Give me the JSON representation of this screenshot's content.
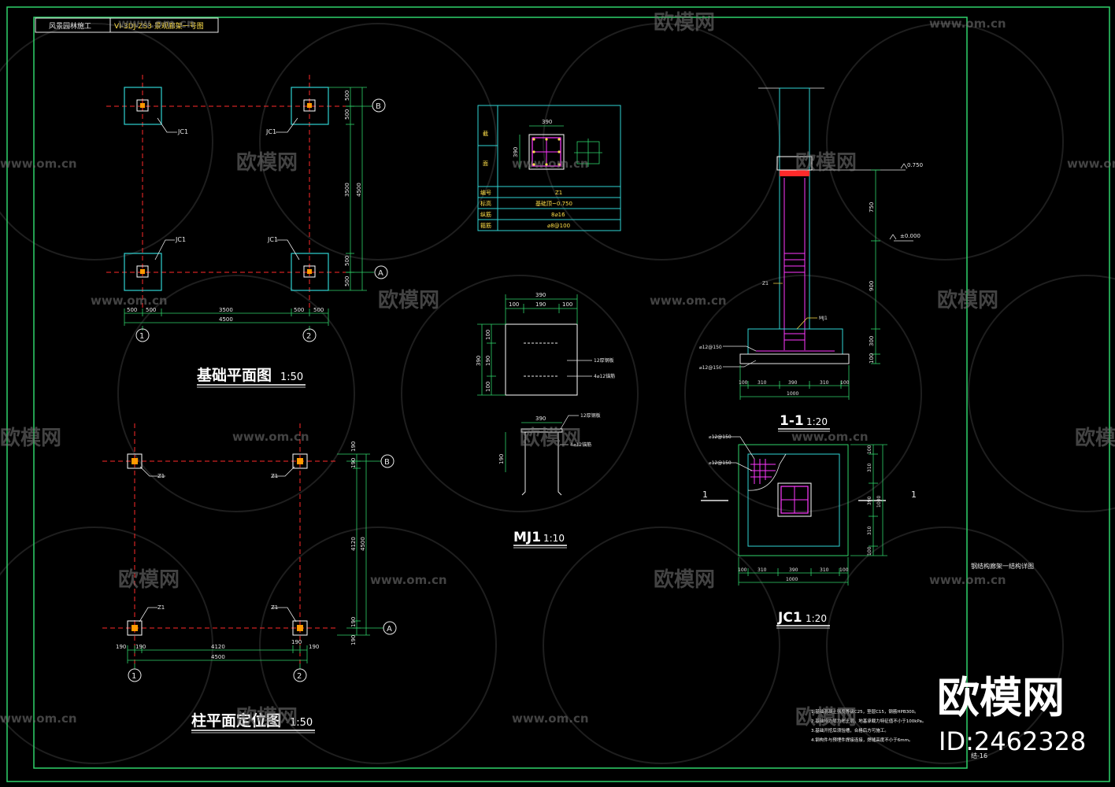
{
  "title_block": {
    "left": "风景园林施工",
    "right": "VI-3DJ-ZS3  景观廊架一号图"
  },
  "axes": {
    "a": "A",
    "b": "B",
    "n1": "1",
    "n2": "2"
  },
  "jc1_label": "JC1",
  "z1_label": "Z1",
  "plan1": {
    "title": "基础平面图",
    "scale": "1:50",
    "dims_bottom": [
      "500",
      "500",
      "3500",
      "500",
      "500"
    ],
    "dim_total": "4500",
    "dims_right": [
      "500",
      "500",
      "3500",
      "500",
      "500"
    ],
    "dim_right_total": "4500"
  },
  "plan2": {
    "title": "柱平面定位图",
    "scale": "1:50",
    "dims_bottom": [
      "190",
      "190",
      "4120",
      "190",
      "190"
    ],
    "dim_total": "4500",
    "dims_right": [
      "190",
      "190",
      "4120",
      "190",
      "190"
    ],
    "dim_right_total": "4500"
  },
  "column_table": {
    "top_dim": "390",
    "side_dim": "390",
    "rows": [
      {
        "label": "编号",
        "value": "Z1"
      },
      {
        "label": "标高",
        "value": "基础顶~0.750"
      },
      {
        "label": "纵筋",
        "value": "8⌀16"
      },
      {
        "label": "箍筋",
        "value": "⌀8@100"
      }
    ]
  },
  "mj1": {
    "title": "MJ1",
    "scale": "1:10",
    "top_dims": [
      "100",
      "190",
      "100"
    ],
    "top_total": "390",
    "side_dims": [
      "100",
      "190",
      "100"
    ],
    "side_total": "390",
    "plate_label": "12厚钢板",
    "bar_label": "4⌀12锚筋",
    "section_top": "390",
    "section_side": "190",
    "section_plate": "12厚钢板",
    "section_bar": "4⌀12锚筋"
  },
  "section11": {
    "title": "1-1",
    "scale": "1:20",
    "elev_top": "0.750",
    "elev_ground": "±0.000",
    "vdims": [
      "750",
      "900",
      "300",
      "100"
    ],
    "col_label": "Z1",
    "mj_label": "MJ1",
    "bar1": "⌀12@150",
    "bar2": "⌀12@150",
    "bottom_dims": [
      "100",
      "310",
      "390",
      "310",
      "100"
    ],
    "bottom_total": "1000"
  },
  "jc1_detail": {
    "title": "JC1",
    "scale": "1:20",
    "bar1": "⌀12@150",
    "bar2": "⌀12@150",
    "cut_label": "1",
    "right_dims": [
      "100",
      "310",
      "390",
      "310",
      "100"
    ],
    "right_total": "1000",
    "bottom_dims": [
      "100",
      "310",
      "390",
      "310",
      "100"
    ],
    "bottom_total": "1000"
  },
  "drawing_name": "钢结构廊架一结构详图",
  "sheet_no": "结-16",
  "notes": [
    "1.基础混凝土强度等级C25，垫层C15，钢筋HPB300。",
    "2.基础持力层为老土层，地基承载力特征值不小于100kPa。",
    "3.基础开挖后须验槽，合格后方可施工。",
    "4.钢构件与预埋件焊接连接，焊缝高度不小于6mm。"
  ],
  "watermark": {
    "brand": "欧模网",
    "site": "www.om.cn",
    "id": "ID:2462328"
  }
}
